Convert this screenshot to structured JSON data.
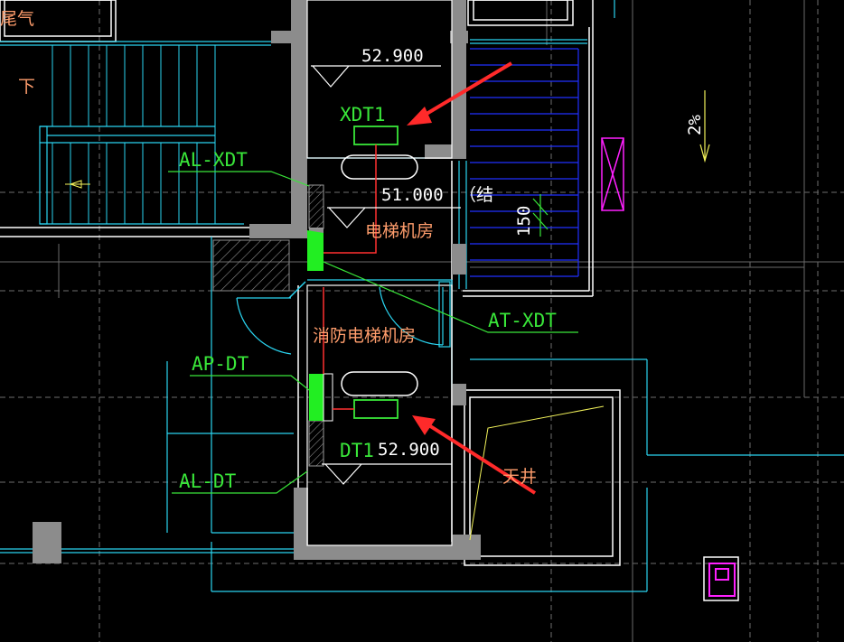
{
  "labels": {
    "tail_gas": "尾气",
    "down": "下",
    "elev_52900_top": "52.900",
    "xdt1": "XDT1",
    "al_xdt": "AL-XDT",
    "elev_51000": "51.000",
    "structure_note": "（结",
    "elevator_room": "电梯机房",
    "dim_150": "150",
    "slope": "2%",
    "at_xdt": "AT-XDT",
    "fire_elevator_room": "消防电梯机房",
    "ap_dt": "AP-DT",
    "dt1": "DT1",
    "elev_52900_bottom": "52.900",
    "skylight_shaft": "天井",
    "al_dt": "AL-DT"
  },
  "colors": {
    "background": "#000000",
    "wall_gray": "#8c8c8c",
    "cyan_line": "#2ad4f0",
    "white_line": "#ffffff",
    "green_panel": "#22ee22",
    "green_leader": "#39e639",
    "red_arrow": "#ff2a2a",
    "red_wire": "#ff3030",
    "blue_stair": "#2030ff",
    "magenta": "#ff20ff",
    "yellow": "#f2f25a",
    "dashed_grid": "#7a7a7a"
  }
}
